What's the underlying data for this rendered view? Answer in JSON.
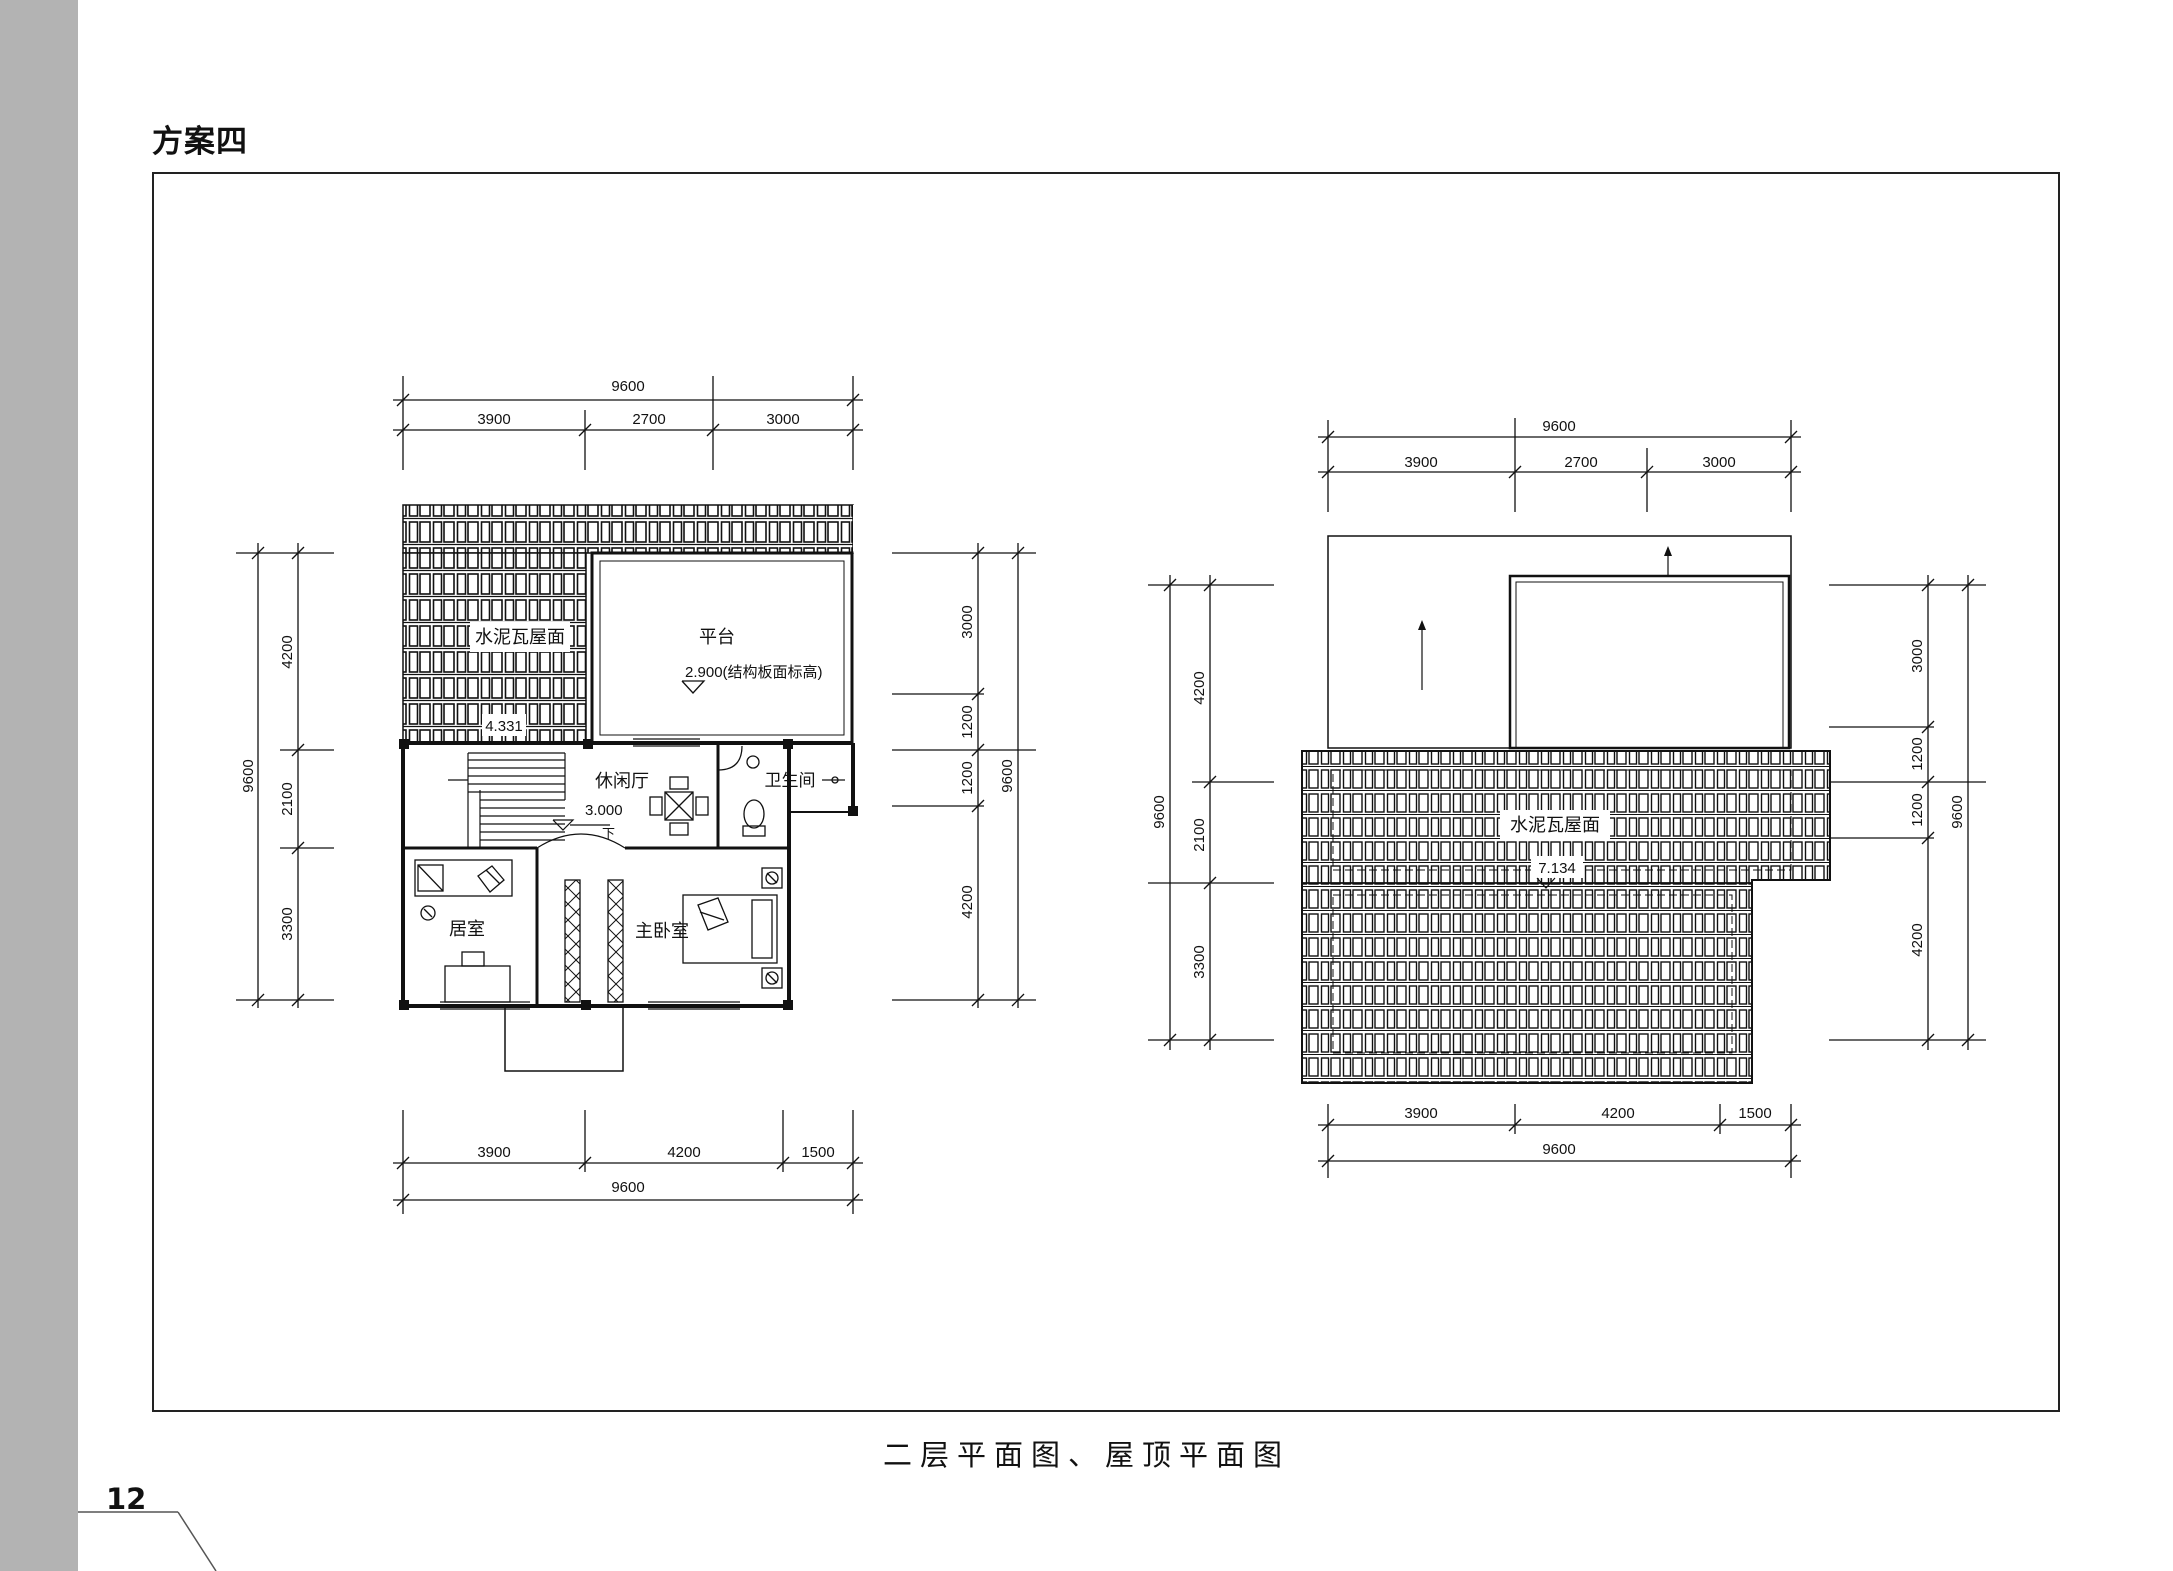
{
  "page": {
    "title": "方案四",
    "caption": "二层平面图、屋顶平面图",
    "page_number": "12"
  },
  "plan_second_floor": {
    "top_total": "9600",
    "top_segments": [
      "3900",
      "2700",
      "3000"
    ],
    "bottom_segments": [
      "3900",
      "4200",
      "1500"
    ],
    "bottom_total": "9600",
    "left_segments": [
      "4200",
      "2100",
      "3300"
    ],
    "left_total": "9600",
    "right_segments": [
      "3000",
      "1200",
      "1200",
      "4200"
    ],
    "right_total": "9600",
    "rooms": {
      "roof_tile": "水泥瓦屋面",
      "terrace": "平台",
      "terrace_level": "2.900(结构板面标高)",
      "roof_level": "4.331",
      "lounge": "休闲厅",
      "lounge_level": "3.000",
      "stair_mark": "下",
      "bathroom": "卫生间",
      "bedroom": "居室",
      "master_bedroom": "主卧室"
    }
  },
  "plan_roof": {
    "top_total": "9600",
    "top_segments": [
      "3900",
      "2700",
      "3000"
    ],
    "bottom_segments": [
      "3900",
      "4200",
      "1500"
    ],
    "bottom_total": "9600",
    "left_segments": [
      "4200",
      "2100",
      "3300"
    ],
    "left_total": "9600",
    "right_segments": [
      "3000",
      "1200",
      "1200",
      "4200"
    ],
    "right_total": "9600",
    "labels": {
      "roof_tile": "水泥瓦屋面",
      "roof_level": "7.134"
    }
  }
}
